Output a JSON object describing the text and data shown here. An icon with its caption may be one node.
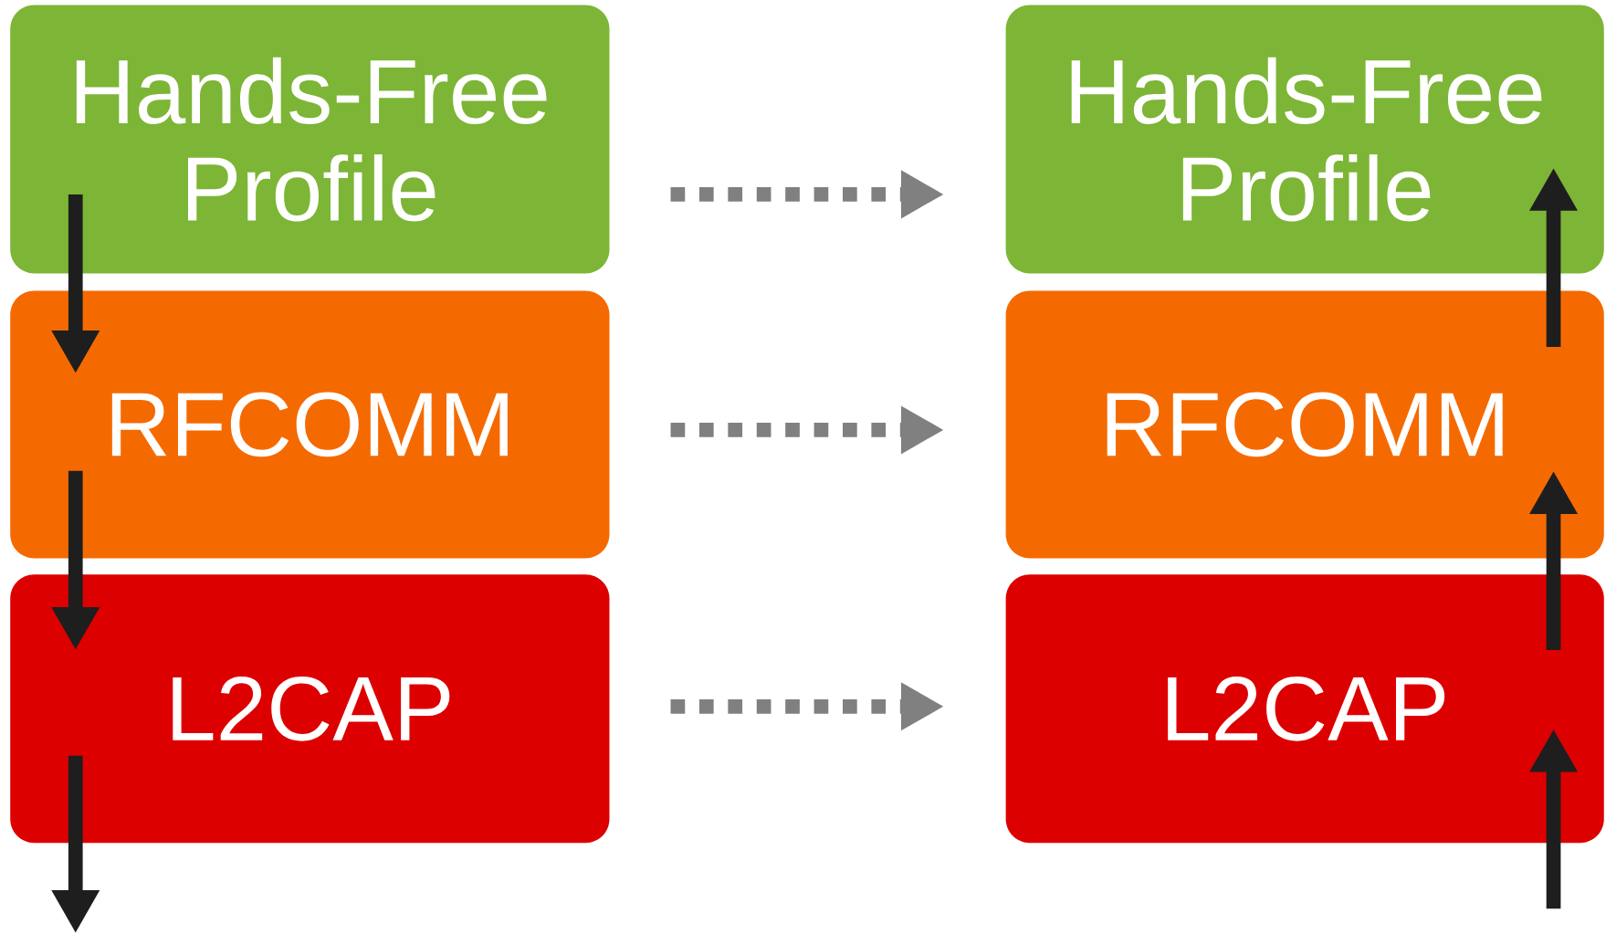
{
  "diagram": {
    "nodes": [
      {
        "text": [
          "Hands-Free Profile"
        ]
      },
      {
        "text": [
          "RFCOMM"
        ]
      },
      {
        "text": [
          "L2CAP"
        ]
      },
      {
        "text": [
          "Hands-Free Profile"
        ]
      },
      {
        "text": [
          "RFCOMM"
        ]
      },
      {
        "text": [
          "L2CAP"
        ]
      }
    ],
    "edges": [
      {
        "from": 0,
        "to": 3,
        "arrow": "to",
        "style": "dashed",
        "color": "#808080"
      },
      {
        "from": 1,
        "to": 4,
        "arrow": "to",
        "style": "dashed",
        "color": "#808080"
      },
      {
        "from": 2,
        "to": 5,
        "arrow": "to",
        "style": "dashed",
        "color": "#808080"
      },
      {
        "from": 0,
        "to": 1,
        "arrow": "to"
      },
      {
        "from": 1,
        "to": 2,
        "arrow": "to"
      },
      {
        "from": 2,
        "to": null,
        "arrow": "to"
      },
      {
        "from": null,
        "to": 5,
        "arrow": "to"
      },
      {
        "from": 5,
        "to": 4,
        "arrow": "to"
      },
      {
        "from": 4,
        "to": 3,
        "arrow": "to"
      }
    ]
  }
}
